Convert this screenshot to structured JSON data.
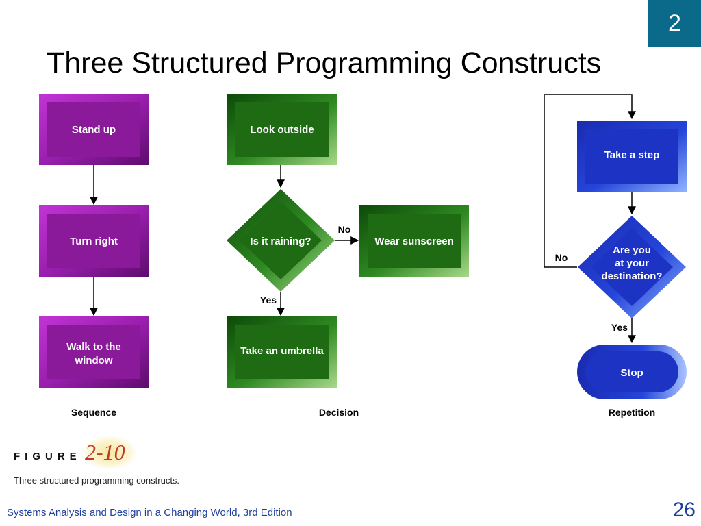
{
  "slide": {
    "title": "Three Structured Programming Constructs",
    "chapter_badge": "2",
    "page_number": "26",
    "footer": "Systems Analysis and Design in a Changing World, 3rd Edition"
  },
  "figure": {
    "label": "FIGURE",
    "number": "2-10",
    "caption": "Three structured programming constructs."
  },
  "colors": {
    "sequence": "#8a1a9a",
    "decision": "#1e6b14",
    "repetition": "#1d33c4",
    "badge": "#0b6a8a",
    "footer_text": "#1f3f9f",
    "figure_number": "#c0392b"
  },
  "sequence": {
    "label": "Sequence",
    "steps": [
      "Stand up",
      "Turn right",
      "Walk to the",
      "window"
    ]
  },
  "decision": {
    "label": "Decision",
    "start": "Look outside",
    "question": "Is it raining?",
    "no_action": "Wear sunscreen",
    "yes_action": "Take an umbrella",
    "no_label": "No",
    "yes_label": "Yes"
  },
  "repetition": {
    "label": "Repetition",
    "step": "Take a step",
    "question_lines": [
      "Are you",
      "at your",
      "destination?"
    ],
    "end": "Stop",
    "no_label": "No",
    "yes_label": "Yes"
  }
}
